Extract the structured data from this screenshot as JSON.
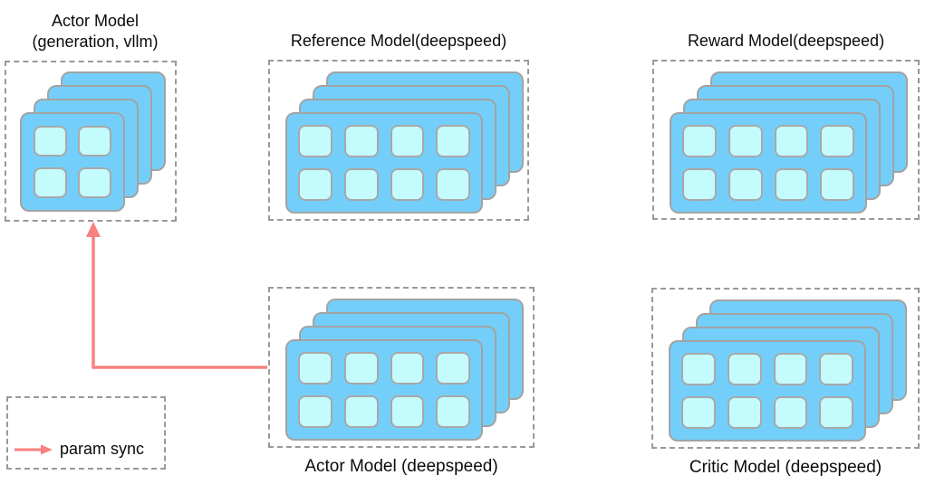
{
  "diagram": {
    "nodes": {
      "actor_vllm": {
        "title_line1": "Actor Model",
        "title_line2": "(generation, vllm)",
        "gpu_cells": 4,
        "stack_depth": 4
      },
      "reference": {
        "title": "Reference Model(deepspeed)",
        "gpu_cells": 8,
        "stack_depth": 4
      },
      "reward": {
        "title": "Reward Model(deepspeed)",
        "gpu_cells": 8,
        "stack_depth": 4
      },
      "actor_deepspeed": {
        "label": "Actor Model (deepspeed)",
        "gpu_cells": 8,
        "stack_depth": 4
      },
      "critic": {
        "label": "Critic Model (deepspeed)",
        "gpu_cells": 8,
        "stack_depth": 4
      }
    },
    "legend": {
      "label": "param sync"
    }
  },
  "colors": {
    "card_blue": "#73CFFA",
    "card_border": "#A3A3A3",
    "cell_cyan": "#C4FBFD",
    "cell_border": "#A8A8A8",
    "dash_border": "#999999",
    "arrow": "#F98080",
    "text": "#0B0B0B",
    "background": "#FFFFFF"
  }
}
